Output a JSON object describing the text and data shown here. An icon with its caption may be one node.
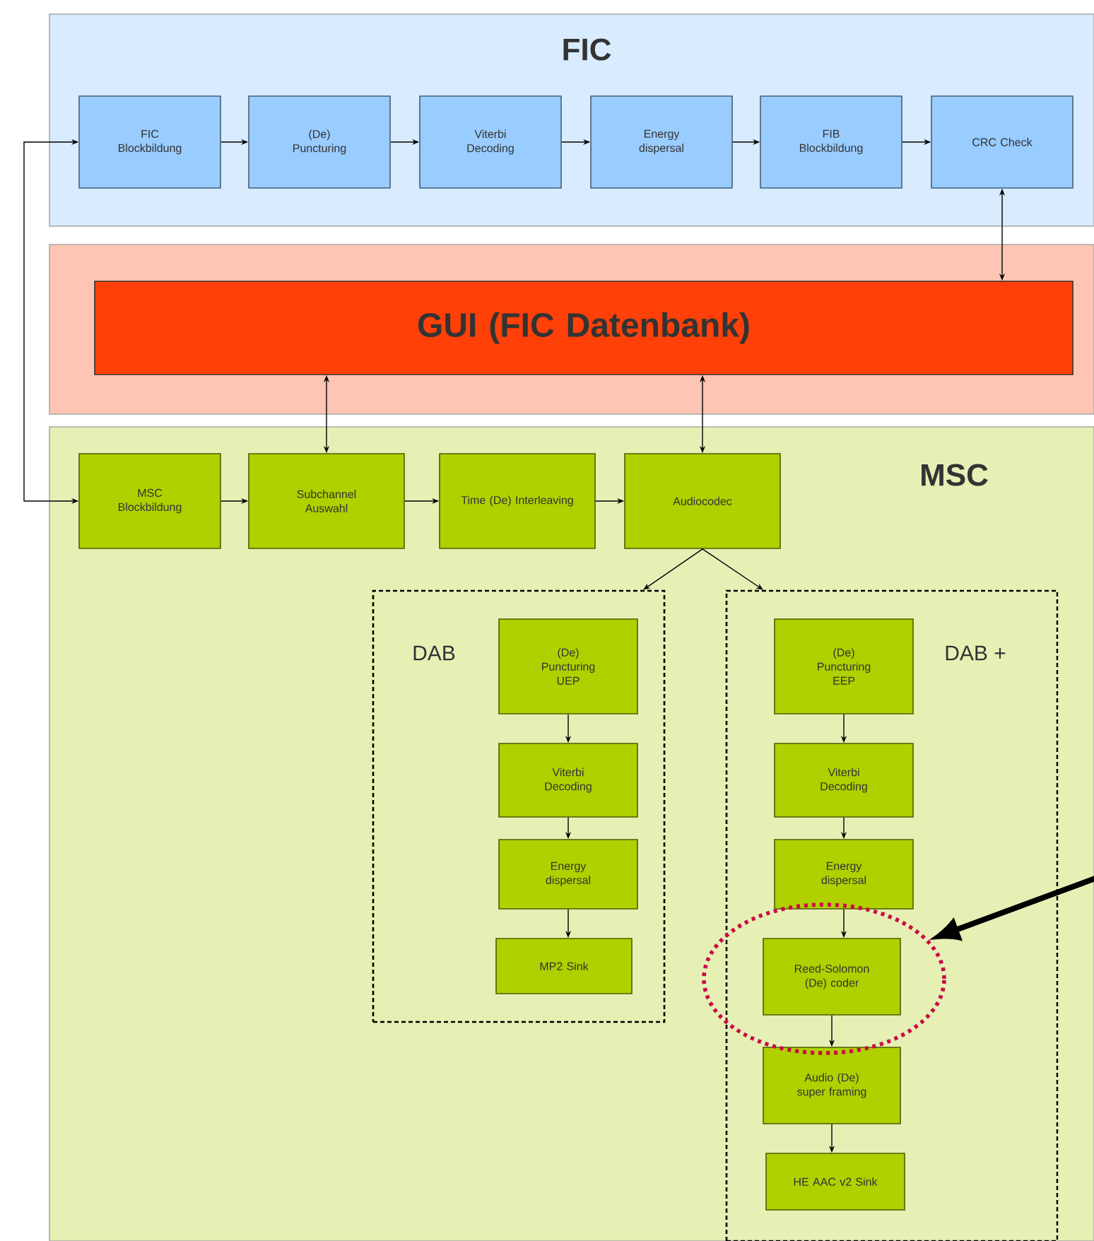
{
  "diagram": {
    "nodes": [
      {
        "text": [
          "FIC"
        ]
      },
      {
        "text": [
          "FIC Blockbildung"
        ],
        "in": 0
      },
      {
        "text": [
          "(De) Puncturing"
        ],
        "in": 0
      },
      {
        "text": [
          "Viterbi Decoding"
        ],
        "in": 0
      },
      {
        "text": [
          "Energy dispersal"
        ],
        "in": 0
      },
      {
        "text": [
          "FIB Blockbildung"
        ],
        "in": 0
      },
      {
        "text": [
          "CRC Check"
        ],
        "in": 0
      },
      {
        "text": [],
        "shape": "box"
      },
      {
        "text": [
          "GUI (FIC Datenbank)"
        ],
        "in": 7
      },
      {
        "text": [
          "MSC"
        ]
      },
      {
        "text": [
          "MSC Blockbildung"
        ],
        "in": 9
      },
      {
        "text": [
          "Subchannel Auswahl"
        ],
        "in": 9
      },
      {
        "text": [
          "Time (De) Interleaving"
        ],
        "in": 9
      },
      {
        "text": [
          "Audiocodec"
        ],
        "in": 9
      },
      {
        "text": [
          "DAB"
        ],
        "in": 9
      },
      {
        "text": [
          "DAB +"
        ],
        "in": 9
      },
      {
        "text": [
          "(De) Puncturing UEP"
        ],
        "in": 14
      },
      {
        "text": [
          "Viterbi Decoding"
        ],
        "in": 14
      },
      {
        "text": [
          "Energy dispersal"
        ],
        "in": 14
      },
      {
        "text": [
          "MP2 Sink"
        ],
        "in": 14
      },
      {
        "text": [
          "(De) Puncturing EEP"
        ],
        "in": 15
      },
      {
        "text": [
          "Viterbi Decoding"
        ],
        "in": 15
      },
      {
        "text": [
          "Energy dispersal"
        ],
        "in": 15
      },
      {
        "text": [
          "Reed-Solomon (De) coder"
        ],
        "in": 26
      },
      {
        "text": [
          "Audio (De) super framing"
        ],
        "in": 15
      },
      {
        "text": [
          "HE AAC v2 Sink"
        ],
        "in": 15
      },
      {
        "text": [],
        "shape": "ellipse",
        "in": 9
      }
    ],
    "edges": [
      {
        "from": 1,
        "to": 2,
        "arrow": "to"
      },
      {
        "from": 2,
        "to": 3,
        "arrow": "to"
      },
      {
        "from": 3,
        "to": 4,
        "arrow": "to"
      },
      {
        "from": 4,
        "to": 5,
        "arrow": "to"
      },
      {
        "from": 5,
        "to": 6,
        "arrow": "to"
      },
      {
        "from": null,
        "to": 1,
        "arrow": "to"
      },
      {
        "from": null,
        "to": 10,
        "arrow": "to"
      },
      {
        "from": 6,
        "to": 8,
        "arrow": "both"
      },
      {
        "from": 11,
        "to": 8,
        "arrow": "both"
      },
      {
        "from": 13,
        "to": 8,
        "arrow": "both"
      },
      {
        "from": 10,
        "to": 11,
        "arrow": "to"
      },
      {
        "from": 11,
        "to": 12,
        "arrow": "to"
      },
      {
        "from": 12,
        "to": 13,
        "arrow": "to"
      },
      {
        "from": 13,
        "to": 14,
        "arrow": "to"
      },
      {
        "from": 13,
        "to": 15,
        "arrow": "to"
      },
      {
        "from": 16,
        "to": 17,
        "arrow": "to"
      },
      {
        "from": 17,
        "to": 18,
        "arrow": "to"
      },
      {
        "from": 18,
        "to": 19,
        "arrow": "to"
      },
      {
        "from": 20,
        "to": 21,
        "arrow": "to"
      },
      {
        "from": 21,
        "to": 22,
        "arrow": "to"
      },
      {
        "from": 22,
        "to": 23,
        "arrow": "to"
      },
      {
        "from": 23,
        "to": 24,
        "arrow": "to"
      },
      {
        "from": 24,
        "to": 25,
        "arrow": "to"
      },
      {
        "from": null,
        "to": 26,
        "arrow": "to",
        "style": "thick"
      }
    ]
  }
}
